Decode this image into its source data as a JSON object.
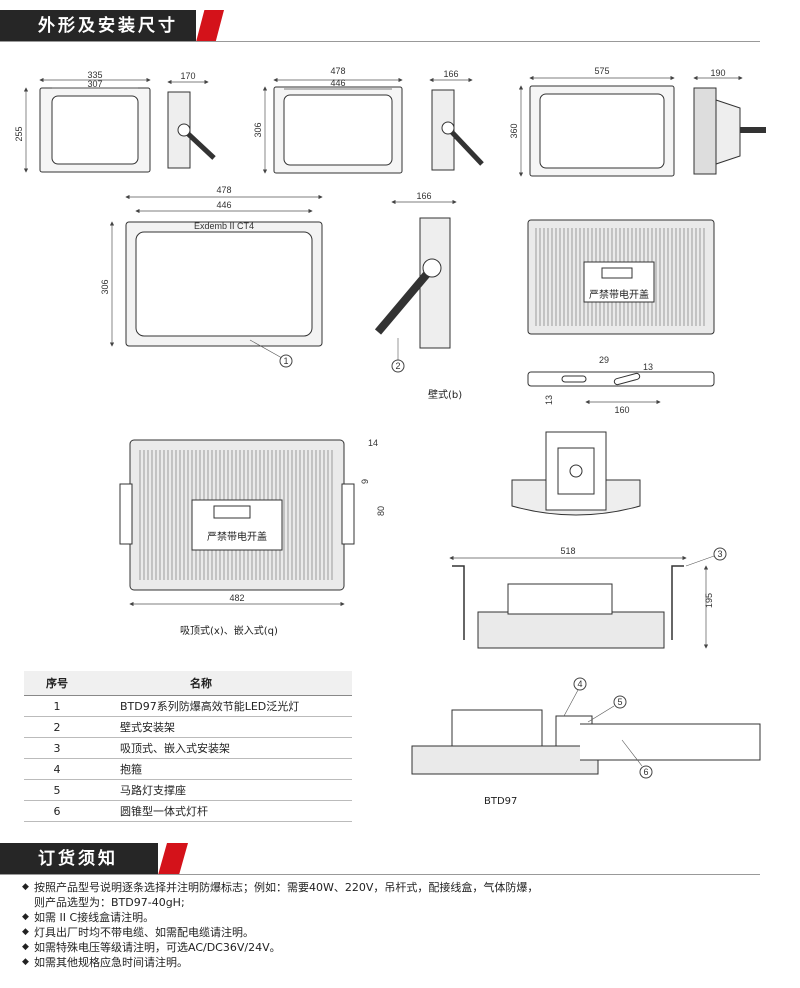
{
  "section1": {
    "title": "外形及安装尺寸"
  },
  "section2": {
    "title": "订货须知"
  },
  "dims": {
    "v1": {
      "width": "335",
      "inner": "307",
      "height": "255",
      "side": "170"
    },
    "v2": {
      "width": "478",
      "inner": "446",
      "height": "306",
      "side": "166"
    },
    "v3": {
      "width": "575",
      "height": "360",
      "side": "190"
    },
    "main": {
      "width": "478",
      "inner": "446",
      "height": "306",
      "side": "166",
      "label": "Exdemb II CT4"
    },
    "slot": {
      "a": "29",
      "b": "13",
      "c": "13",
      "d": "160"
    },
    "ceiling": {
      "a": "14",
      "b": "9",
      "c": "80",
      "width": "482"
    },
    "bracket": {
      "width": "518",
      "height": "195"
    }
  },
  "labels": {
    "no_open": "严禁带电开盖",
    "wall": "壁式(b)",
    "ceiling_mount": "吸顶式(x)、嵌入式(q)",
    "model": "BTD97",
    "callouts": [
      "1",
      "2",
      "3",
      "4",
      "5",
      "6"
    ]
  },
  "table": {
    "headers": [
      "序号",
      "名称"
    ],
    "rows": [
      {
        "no": "1",
        "name": "BTD97系列防爆高效节能LED泛光灯"
      },
      {
        "no": "2",
        "name": "壁式安装架"
      },
      {
        "no": "3",
        "name": "吸顶式、嵌入式安装架"
      },
      {
        "no": "4",
        "name": "抱箍"
      },
      {
        "no": "5",
        "name": "马路灯支撑座"
      },
      {
        "no": "6",
        "name": "圆锥型一体式灯杆"
      }
    ]
  },
  "notes": [
    "按照产品型号说明逐条选择并注明防爆标志；例如：需要40W、220V，吊杆式，配接线盒，气体防爆，",
    "则产品选型为：BTD97-40gH;",
    "如需 II C接线盒请注明。",
    "灯具出厂时均不带电缆、如需配电缆请注明。",
    "如需特殊电压等级请注明，可选AC/DC36V/24V。",
    "如需其他规格应急时间请注明。"
  ],
  "colors": {
    "accent": "#d4121a",
    "banner": "#262626"
  }
}
